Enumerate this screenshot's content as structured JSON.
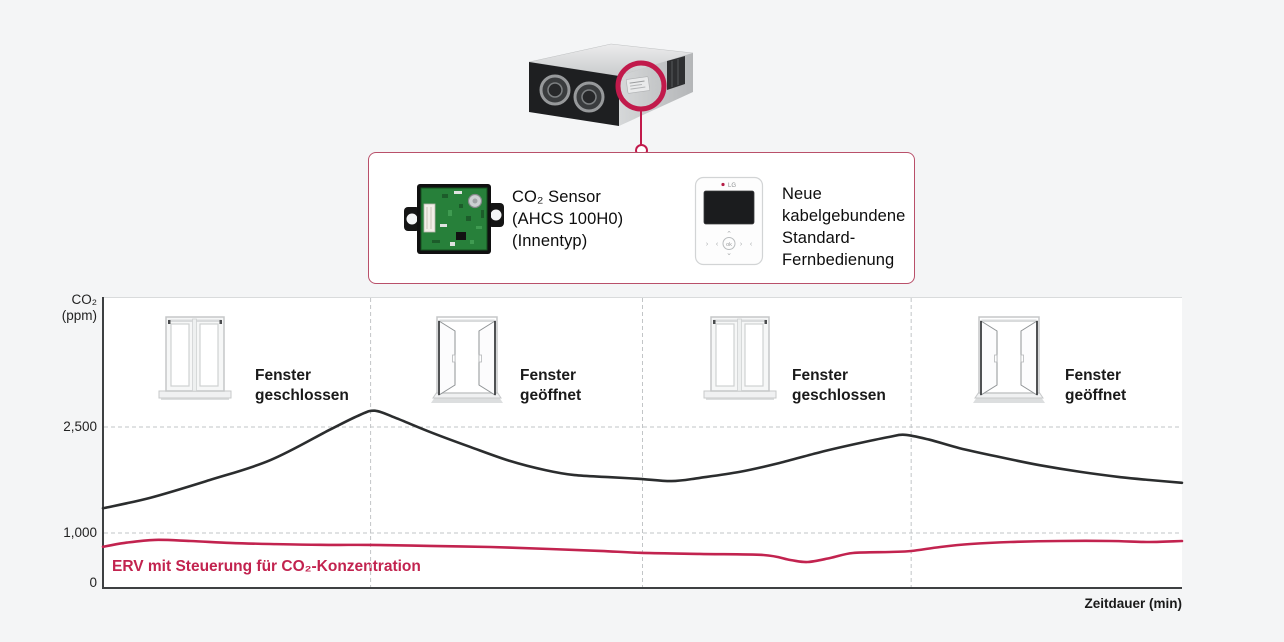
{
  "page": {
    "background": "#f4f5f6"
  },
  "colors": {
    "accent": "#c11a4b",
    "callout_border": "#b9506a",
    "curve_black": "#2b2d2e",
    "curve_red": "#c2234f",
    "grid_dash": "#c2c5c7"
  },
  "callout": {
    "sensor": {
      "line1": "CO₂ Sensor",
      "line2": "(AHCS 100H0)",
      "line3": "(Innentyp)"
    },
    "remote": {
      "line1": "Neue",
      "line2": "kabelgebundene",
      "line3": "Standard-",
      "line4": "Fernbedienung",
      "brand": "LG",
      "ok_label": "ok"
    }
  },
  "chart_data": {
    "type": "line",
    "title": "",
    "ylabel_line1": "CO₂",
    "ylabel_line2": "(ppm)",
    "xlabel": "Zeitdauer (min)",
    "ytick_labels": [
      "2,500",
      "1,000",
      "0"
    ],
    "ytick_values": [
      2500,
      1000,
      0
    ],
    "ylim": [
      0,
      4300
    ],
    "grid": "dashed",
    "legend_position": "bottom-left-inline",
    "section_boundaries_pct": [
      24.8,
      50.0,
      74.9
    ],
    "sections": [
      {
        "line1": "Fenster",
        "line2": "geschlossen",
        "window_state": "closed"
      },
      {
        "line1": "Fenster",
        "line2": "geöffnet",
        "window_state": "open"
      },
      {
        "line1": "Fenster",
        "line2": "geschlossen",
        "window_state": "closed"
      },
      {
        "line1": "Fenster",
        "line2": "geöffnet",
        "window_state": "open"
      }
    ],
    "series": [
      {
        "name": "",
        "color": "#2b2d2e",
        "x_pct": [
          0,
          4.4,
          9.9,
          15.5,
          21.0,
          23.8,
          25.2,
          27.1,
          30.3,
          34.0,
          37.7,
          41.0,
          43.7,
          47.0,
          49.8,
          52.7,
          55.3,
          59.0,
          62.7,
          66.5,
          70.2,
          72.9,
          74.3,
          76.6,
          79.4,
          83.1,
          86.8,
          90.6,
          94.3,
          97.0,
          100
        ],
        "ppm": [
          1350,
          1500,
          1750,
          2030,
          2460,
          2670,
          2730,
          2630,
          2430,
          2220,
          2020,
          1890,
          1820,
          1790,
          1765,
          1735,
          1780,
          1865,
          1990,
          2145,
          2275,
          2360,
          2390,
          2320,
          2200,
          2075,
          1960,
          1865,
          1790,
          1750,
          1710
        ]
      },
      {
        "name": "ERV mit Steuerung für CO₂-Konzentration",
        "color": "#c2234f",
        "x_pct": [
          0,
          2.0,
          4.8,
          8.1,
          11.8,
          15.5,
          20.1,
          24.8,
          30.3,
          35.9,
          41.4,
          46.1,
          49.8,
          55.3,
          61.2,
          63.7,
          65.3,
          67.4,
          69.5,
          72.9,
          74.9,
          77.6,
          80.4,
          84.1,
          88.7,
          93.3,
          97.0,
          100
        ],
        "ppm": [
          750,
          820,
          875,
          855,
          820,
          800,
          785,
          783,
          765,
          746,
          710,
          675,
          640,
          620,
          600,
          510,
          473,
          546,
          637,
          655,
          673,
          746,
          800,
          837,
          855,
          855,
          837,
          855
        ]
      }
    ]
  }
}
